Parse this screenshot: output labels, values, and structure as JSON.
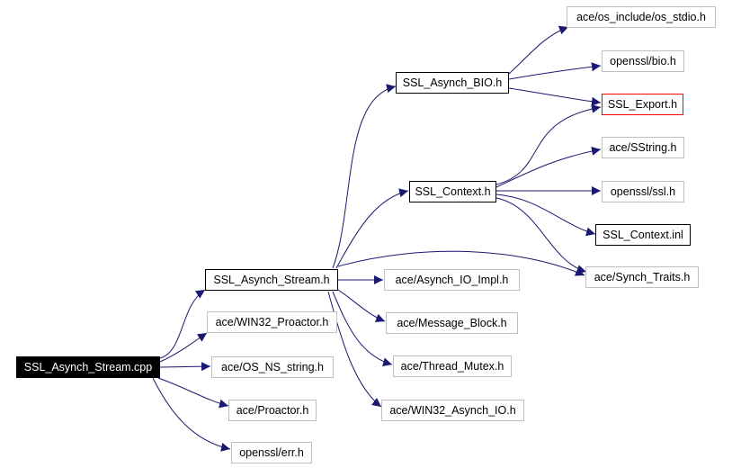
{
  "colors": {
    "edge": "#191970",
    "root_fill": "#000000",
    "grey_border": "#bfbfbf",
    "red_border": "#ff0000",
    "black_border": "#000000"
  },
  "nodes": {
    "ssl_asynch_stream_cpp": "SSL_Asynch_Stream.cpp",
    "ssl_asynch_stream_h": "SSL_Asynch_Stream.h",
    "ace_win32_proactor_h": "ace/WIN32_Proactor.h",
    "ace_os_ns_string_h": "ace/OS_NS_string.h",
    "ace_proactor_h": "ace/Proactor.h",
    "openssl_err_h": "openssl/err.h",
    "ssl_asynch_bio_h": "SSL_Asynch_BIO.h",
    "ssl_context_h": "SSL_Context.h",
    "ace_asynch_io_impl_h": "ace/Asynch_IO_Impl.h",
    "ace_message_block_h": "ace/Message_Block.h",
    "ace_thread_mutex_h": "ace/Thread_Mutex.h",
    "ace_win32_asynch_io_h": "ace/WIN32_Asynch_IO.h",
    "ace_synch_traits_h": "ace/Synch_Traits.h",
    "ace_os_include_os_stdio_h": "ace/os_include/os_stdio.h",
    "openssl_bio_h": "openssl/bio.h",
    "ssl_export_h": "SSL_Export.h",
    "ace_sstring_h": "ace/SString.h",
    "openssl_ssl_h": "openssl/ssl.h",
    "ssl_context_inl": "SSL_Context.inl"
  }
}
